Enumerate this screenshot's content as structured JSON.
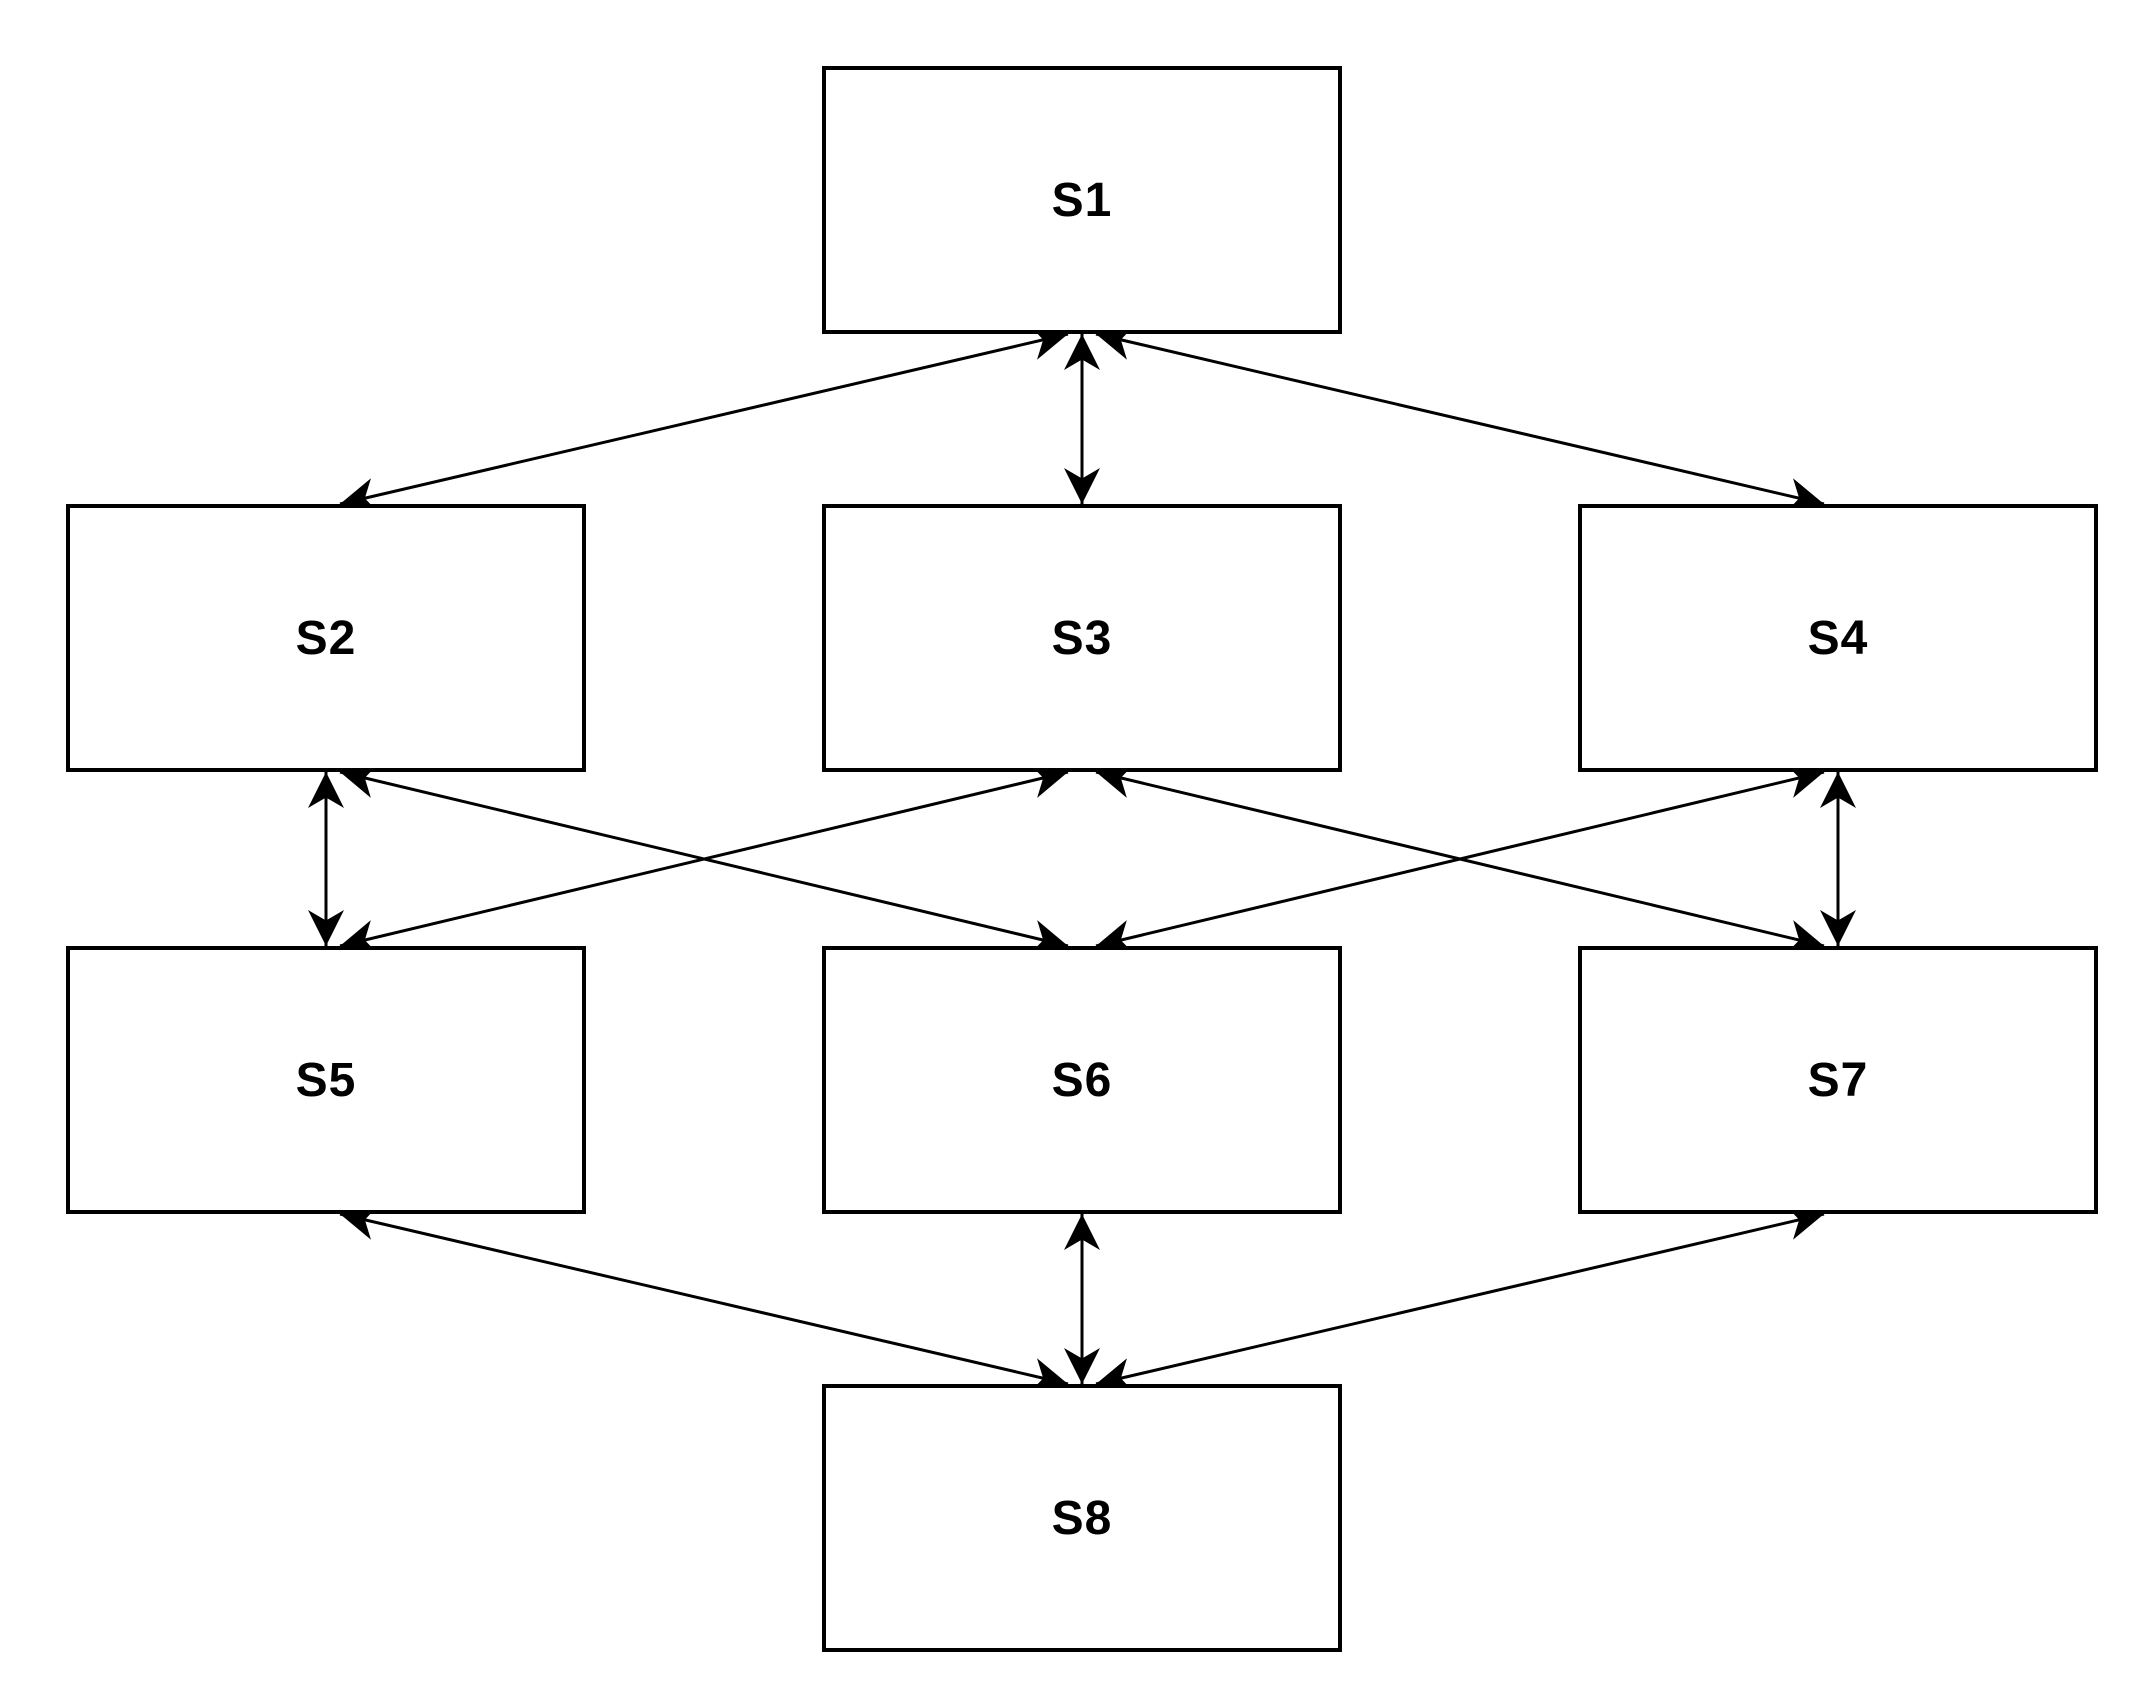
{
  "diagram": {
    "background_color": "#ffffff",
    "node_fill_color": "#ffffff",
    "node_border_color": "#000000",
    "edge_color": "#000000",
    "text_color": "#000000",
    "arrow_style": "bidirectional-barbed",
    "nodes": [
      {
        "id": "S1",
        "label": "S1",
        "col": "mid",
        "row": "r1"
      },
      {
        "id": "S2",
        "label": "S2",
        "col": "left",
        "row": "r2"
      },
      {
        "id": "S3",
        "label": "S3",
        "col": "mid",
        "row": "r2"
      },
      {
        "id": "S4",
        "label": "S4",
        "col": "right",
        "row": "r2"
      },
      {
        "id": "S5",
        "label": "S5",
        "col": "left",
        "row": "r3"
      },
      {
        "id": "S6",
        "label": "S6",
        "col": "mid",
        "row": "r3"
      },
      {
        "id": "S7",
        "label": "S7",
        "col": "right",
        "row": "r3"
      },
      {
        "id": "S8",
        "label": "S8",
        "col": "mid",
        "row": "r4"
      }
    ],
    "edges": [
      {
        "from": "S1",
        "to": "S2",
        "bidirectional": true
      },
      {
        "from": "S1",
        "to": "S3",
        "bidirectional": true
      },
      {
        "from": "S1",
        "to": "S4",
        "bidirectional": true
      },
      {
        "from": "S2",
        "to": "S5",
        "bidirectional": true
      },
      {
        "from": "S2",
        "to": "S6",
        "bidirectional": true
      },
      {
        "from": "S3",
        "to": "S5",
        "bidirectional": true
      },
      {
        "from": "S3",
        "to": "S7",
        "bidirectional": true
      },
      {
        "from": "S4",
        "to": "S6",
        "bidirectional": true
      },
      {
        "from": "S4",
        "to": "S7",
        "bidirectional": true
      },
      {
        "from": "S5",
        "to": "S8",
        "bidirectional": true
      },
      {
        "from": "S6",
        "to": "S8",
        "bidirectional": true
      },
      {
        "from": "S7",
        "to": "S8",
        "bidirectional": true
      }
    ]
  }
}
